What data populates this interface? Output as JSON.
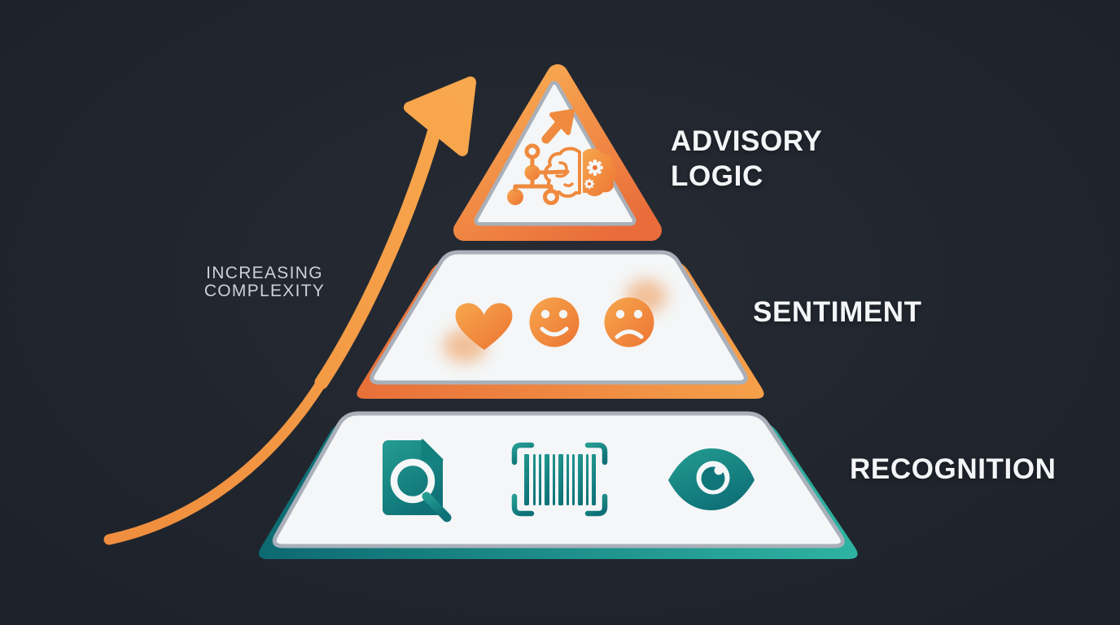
{
  "diagram": {
    "type": "pyramid",
    "axis_label": {
      "line1": "INCREASING",
      "line2": "COMPLEXITY"
    },
    "levels": [
      {
        "id": "advisory-logic",
        "label_lines": [
          "ADVISORY",
          "LOGIC"
        ],
        "accent_color": "#f08437",
        "icons": [
          "up-right-arrow-icon",
          "decision-tree-icon",
          "brain-gears-icon"
        ]
      },
      {
        "id": "sentiment",
        "label_lines": [
          "SENTIMENT"
        ],
        "accent_color": "#f08437",
        "icons": [
          "heart-icon",
          "happy-face-icon",
          "sad-face-icon"
        ]
      },
      {
        "id": "recognition",
        "label_lines": [
          "RECOGNITION"
        ],
        "accent_color": "#17827e",
        "icons": [
          "document-search-icon",
          "barcode-scan-icon",
          "eye-icon"
        ]
      }
    ]
  },
  "colors": {
    "background": "#20252d",
    "background-mid": "#262b34",
    "card-fill": "#f4f6f7",
    "card-border": "#a9b0ba",
    "heading-text": "#f3f5f7",
    "axis-text": "#ccd1d6",
    "orange-light": "#f8a94e",
    "orange-deep": "#eb6e3a",
    "teal-light": "#2eb3a2",
    "teal-deep": "#0d6a72"
  }
}
